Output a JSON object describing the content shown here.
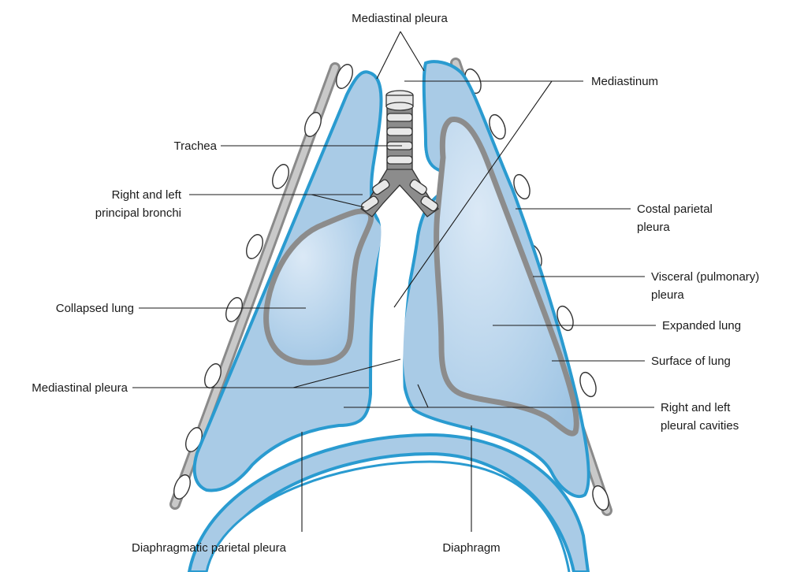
{
  "figure": {
    "labels": {
      "mediastinal_pleura_top": "Mediastinal pleura",
      "mediastinum": "Mediastinum",
      "trachea": "Trachea",
      "bronchi_line1": "Right and left",
      "bronchi_line2": "principal bronchi",
      "costal_line1": "Costal parietal",
      "costal_line2": "pleura",
      "visceral_line1": "Visceral (pulmonary)",
      "visceral_line2": "pleura",
      "collapsed_lung": "Collapsed lung",
      "expanded_lung": "Expanded lung",
      "surface_of_lung": "Surface of lung",
      "mediastinal_pleura_left": "Mediastinal pleura",
      "cavities_line1": "Right and left",
      "cavities_line2": "pleural cavities",
      "diaphragmatic_parietal_pleura": "Diaphragmatic parietal pleura",
      "diaphragm": "Diaphragm"
    },
    "colors": {
      "pleura_blue": "#2a9bd0",
      "lung_fill": "#a9cbe6",
      "lung_fill_light": "#d8e8f5",
      "lung_surface_gray": "#8c8c8c",
      "rib_gray": "#9a9a9a",
      "cartilage": "#e8e8e8",
      "text": "#1a1a1a"
    }
  }
}
